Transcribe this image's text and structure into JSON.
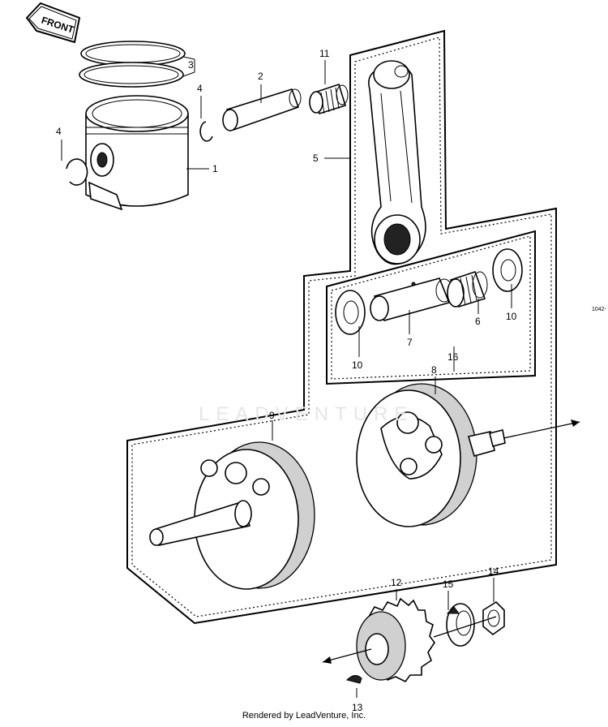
{
  "front_arrow": "FRONT",
  "ref_code": "1042-",
  "watermark": "LEADVENTURE",
  "footer": "Rendered by LeadVenture, Inc.",
  "callouts": {
    "c1": "1",
    "c2": "2",
    "c3": "3",
    "c4a": "4",
    "c4b": "4",
    "c5": "5",
    "c6": "6",
    "c7": "7",
    "c8": "8",
    "c9": "9",
    "c10a": "10",
    "c10b": "10",
    "c11": "11",
    "c12": "12",
    "c13": "13",
    "c14": "14",
    "c15": "15",
    "c16": "16"
  }
}
